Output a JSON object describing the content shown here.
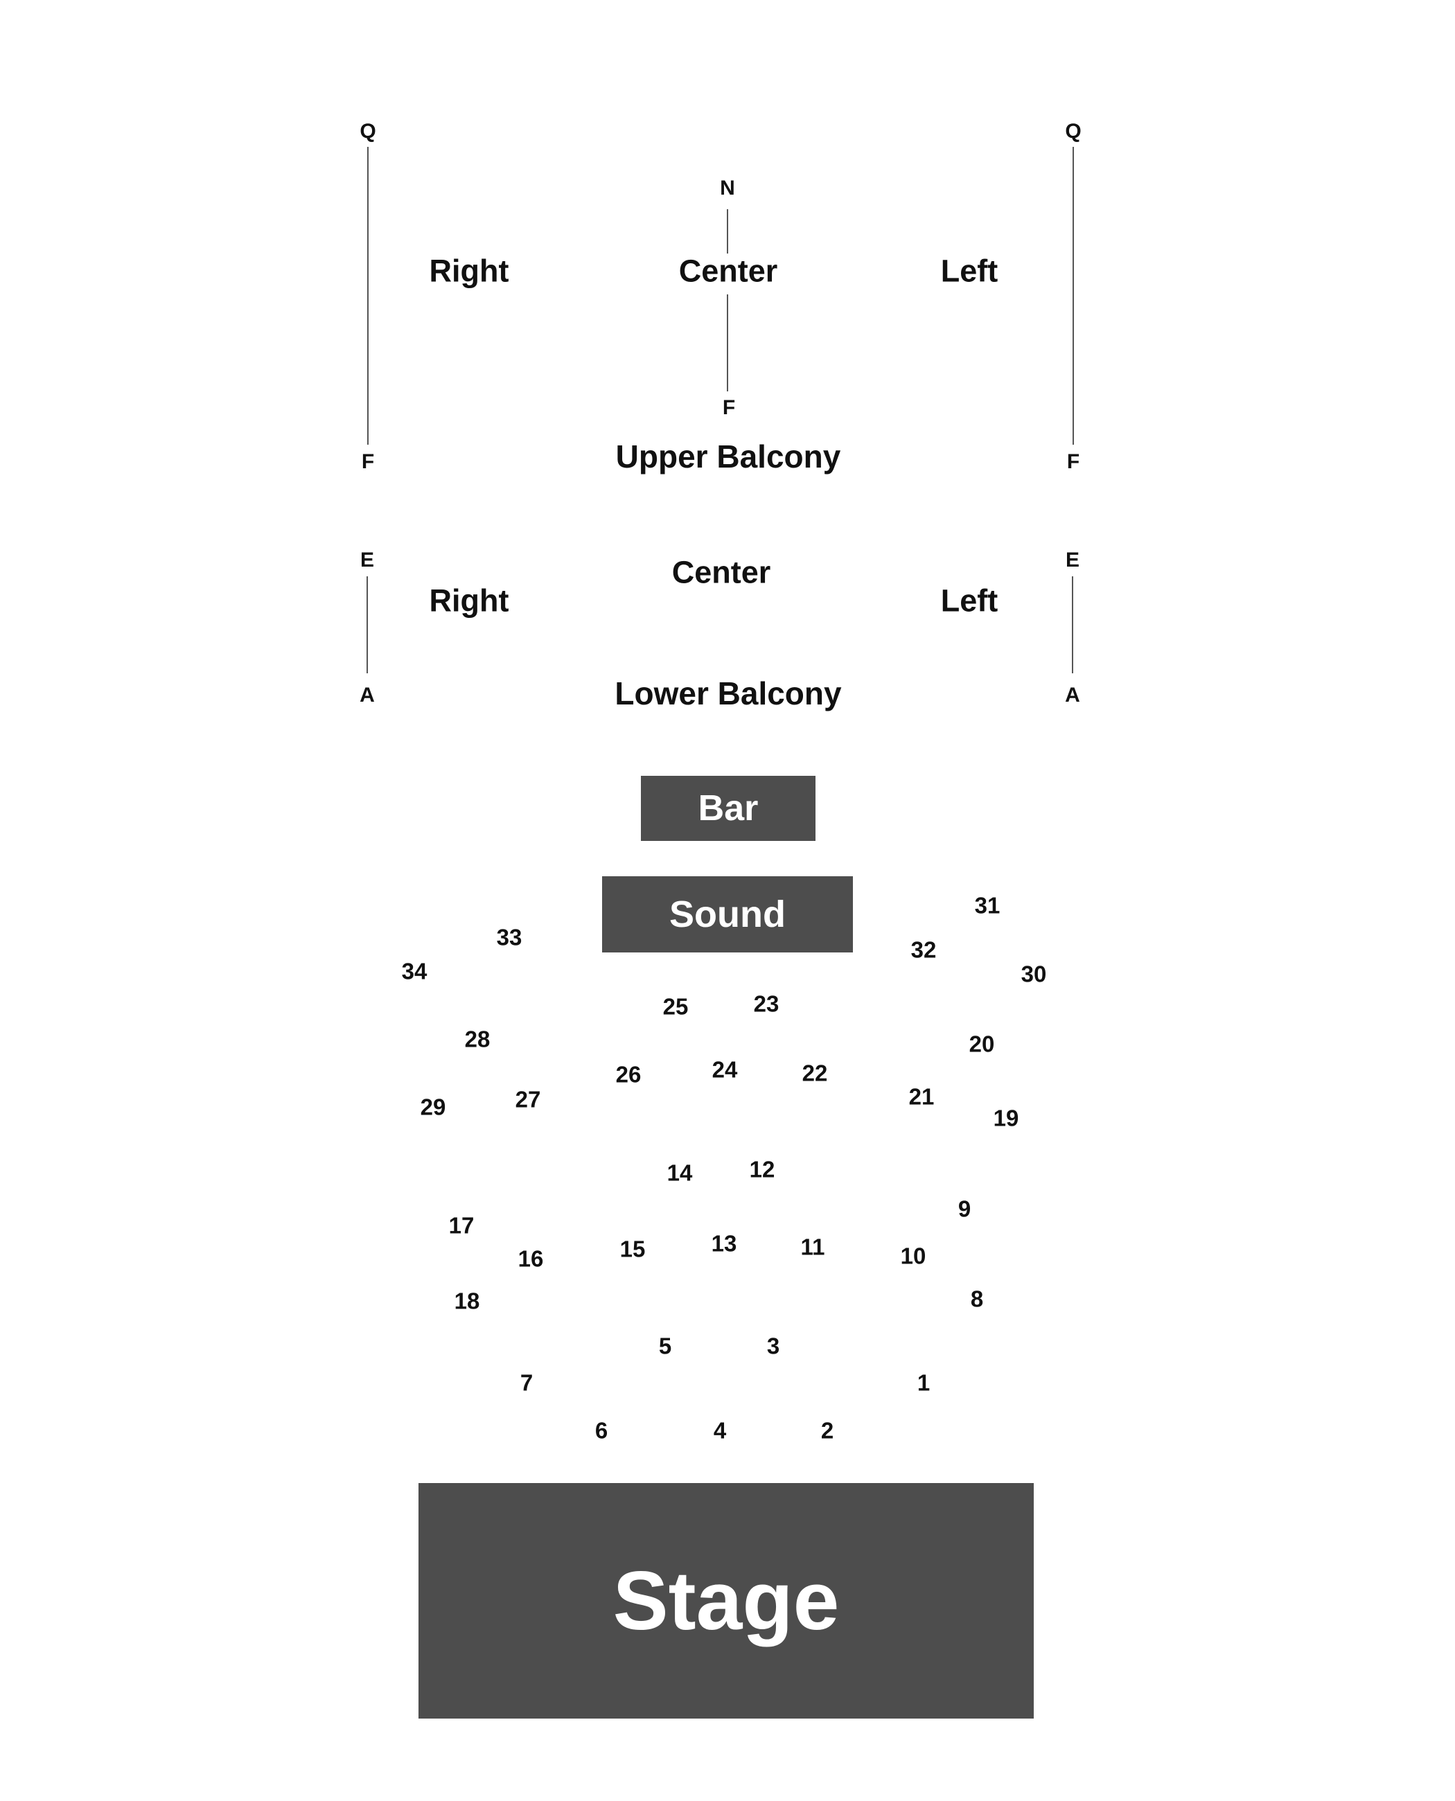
{
  "upper_balcony": {
    "title": "Upper Balcony",
    "sections": {
      "right": "Right",
      "center": "Center",
      "left": "Left"
    },
    "right_rows": {
      "top": "Q",
      "bottom": "F"
    },
    "center_rows": {
      "top": "N",
      "bottom": "F"
    },
    "left_rows": {
      "top": "Q",
      "bottom": "F"
    }
  },
  "lower_balcony": {
    "title": "Lower Balcony",
    "sections": {
      "right": "Right",
      "center": "Center",
      "left": "Left"
    },
    "right_rows": {
      "top": "E",
      "bottom": "A"
    },
    "left_rows": {
      "top": "E",
      "bottom": "A"
    }
  },
  "bar": {
    "label": "Bar"
  },
  "sound": {
    "label": "Sound"
  },
  "stage": {
    "label": "Stage"
  },
  "tables": [
    "1",
    "2",
    "3",
    "4",
    "5",
    "6",
    "7",
    "8",
    "9",
    "10",
    "11",
    "12",
    "13",
    "14",
    "15",
    "16",
    "17",
    "18",
    "19",
    "20",
    "21",
    "22",
    "23",
    "24",
    "25",
    "26",
    "27",
    "28",
    "29",
    "30",
    "31",
    "32",
    "33",
    "34"
  ],
  "colors": {
    "block": "#4d4d4d",
    "block_text": "#ffffff",
    "text": "#111111",
    "line": "#555555"
  }
}
